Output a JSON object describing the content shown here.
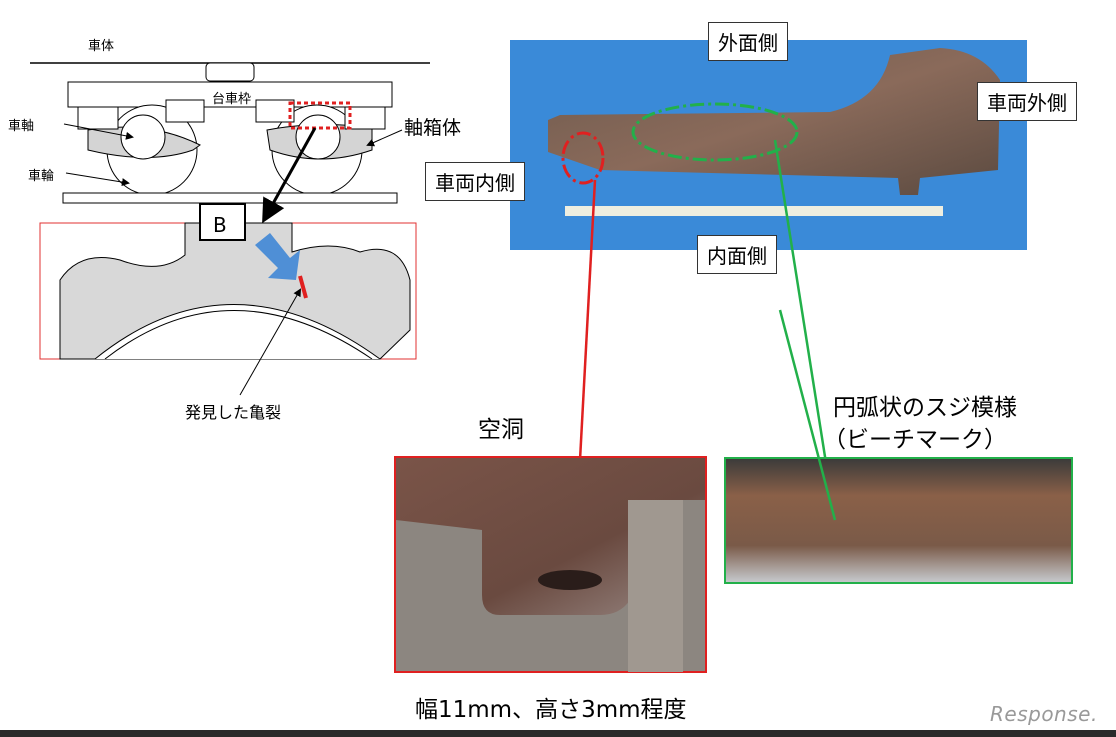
{
  "bogie_diagram": {
    "car_body": "車体",
    "bogie_frame": "台車枠",
    "axle": "車軸",
    "wheel": "車輪",
    "axle_box": "軸箱体",
    "detail_marker": "B",
    "crack_label": "発見した亀裂"
  },
  "photo_labels": {
    "outer_face": "外面側",
    "car_outer": "車両外側",
    "car_inner": "車両内側",
    "inner_face": "内面側"
  },
  "cavity": {
    "title": "空洞",
    "caption": "幅11mm、高さ3mm程度"
  },
  "beach_mark": {
    "title_line1": "円弧状のスジ模様",
    "title_line2": "（ビーチマーク）"
  },
  "watermark": "Response.",
  "colors": {
    "highlight_red": "#e02020",
    "highlight_green": "#22b04a",
    "photo_blue": "#3a8ad8",
    "arrow_blue": "#4f8fd6"
  }
}
